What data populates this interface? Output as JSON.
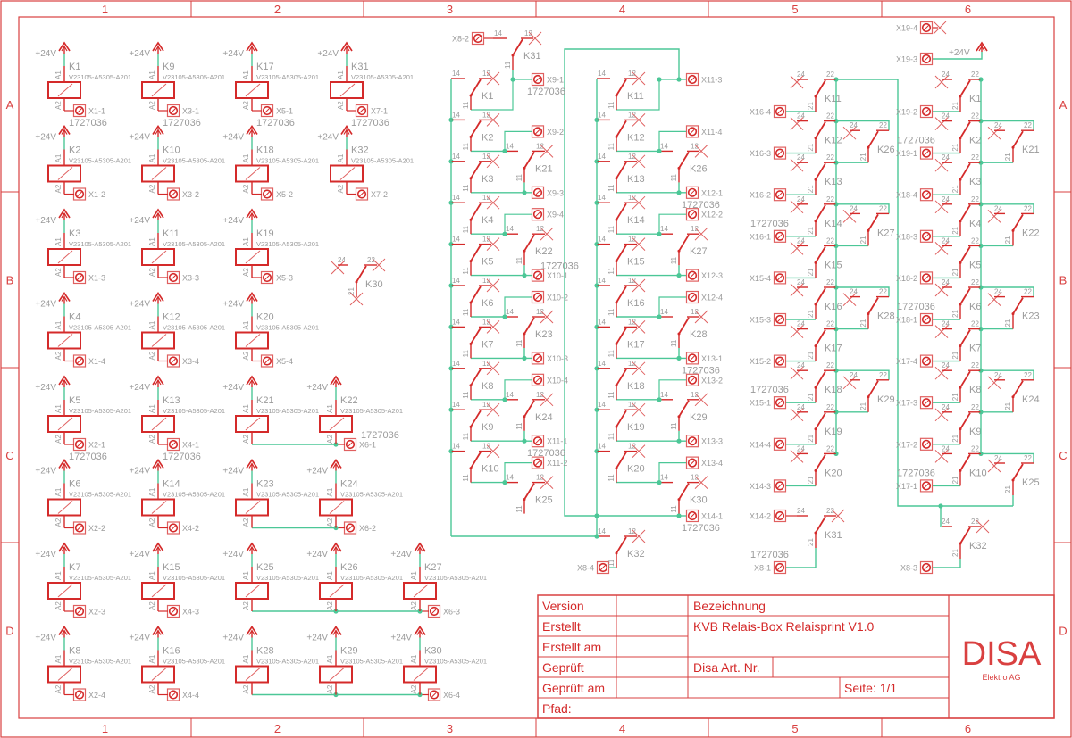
{
  "frame": {
    "columns": [
      "1",
      "2",
      "3",
      "4",
      "5",
      "6"
    ],
    "rows": [
      "A",
      "B",
      "C",
      "D"
    ]
  },
  "common": {
    "supply": "+24V",
    "coil_part": "V23105-A5305-A201",
    "terminal_article": "1727036",
    "pins_no": [
      "14",
      "12",
      "11"
    ],
    "pins_nc": [
      "24",
      "22",
      "21"
    ]
  },
  "relay_coils": [
    {
      "name": "K1",
      "terminal": "X1-1"
    },
    {
      "name": "K2",
      "terminal": "X1-2"
    },
    {
      "name": "K3",
      "terminal": "X1-3"
    },
    {
      "name": "K4",
      "terminal": "X1-4"
    },
    {
      "name": "K5",
      "terminal": "X2-1"
    },
    {
      "name": "K6",
      "terminal": "X2-2"
    },
    {
      "name": "K7",
      "terminal": "X2-3"
    },
    {
      "name": "K8",
      "terminal": "X2-4"
    },
    {
      "name": "K9",
      "terminal": "X3-1"
    },
    {
      "name": "K10",
      "terminal": "X3-2"
    },
    {
      "name": "K11",
      "terminal": "X3-3"
    },
    {
      "name": "K12",
      "terminal": "X3-4"
    },
    {
      "name": "K13",
      "terminal": "X4-1"
    },
    {
      "name": "K14",
      "terminal": "X4-2"
    },
    {
      "name": "K15",
      "terminal": "X4-3"
    },
    {
      "name": "K16",
      "terminal": "X4-4"
    },
    {
      "name": "K17",
      "terminal": "X5-1"
    },
    {
      "name": "K18",
      "terminal": "X5-2"
    },
    {
      "name": "K19",
      "terminal": "X5-3"
    },
    {
      "name": "K20",
      "terminal": "X5-4"
    },
    {
      "name": "K31",
      "terminal": "X7-1"
    },
    {
      "name": "K32",
      "terminal": "X7-2"
    }
  ],
  "coil_groups": [
    {
      "relays": [
        "K21",
        "K22"
      ],
      "terminal": "X6-1"
    },
    {
      "relays": [
        "K23",
        "K24"
      ],
      "terminal": "X6-2"
    },
    {
      "relays": [
        "K25",
        "K26",
        "K27"
      ],
      "terminal": "X6-3"
    },
    {
      "relays": [
        "K28",
        "K29",
        "K30"
      ],
      "terminal": "X6-4"
    }
  ],
  "article_terminals": [
    "X1-1",
    "X3-1",
    "X5-1",
    "X7-1",
    "X2-1",
    "X4-1",
    "X6-1",
    "X9-1",
    "X10-1",
    "X11-1",
    "X12-1",
    "X13-1",
    "X14-1",
    "X16-1",
    "X15-1",
    "X8-1",
    "X19-1",
    "X18-1",
    "X17-1"
  ],
  "standalone_contact": {
    "name": "K30"
  },
  "contacts": {
    "col_a": {
      "primary": [
        "K1",
        "K2",
        "K3",
        "K4",
        "K5",
        "K6",
        "K7",
        "K8",
        "K9",
        "K10"
      ],
      "secondary": [
        "K21",
        "K22",
        "K23",
        "K24",
        "K25"
      ],
      "terminals": [
        "X9-1",
        "X9-2",
        "X9-3",
        "X9-4",
        "X10-1",
        "X10-2",
        "X10-3",
        "X10-4",
        "X11-1",
        "X11-2"
      ],
      "top_contact": "K31",
      "top_terminal": "X8-2"
    },
    "col_b": {
      "primary": [
        "K11",
        "K12",
        "K13",
        "K14",
        "K15",
        "K16",
        "K17",
        "K18",
        "K19",
        "K20"
      ],
      "secondary": [
        "K26",
        "K27",
        "K28",
        "K29",
        "K30"
      ],
      "terminals": [
        "X11-3",
        "X11-4",
        "X12-1",
        "X12-2",
        "X12-3",
        "X12-4",
        "X13-1",
        "X13-2",
        "X13-3",
        "X13-4",
        "X14-1"
      ],
      "bottom_contact": "K32",
      "bottom_terminal": "X8-4"
    },
    "col_5": {
      "primary": [
        "K11",
        "K12",
        "K13",
        "K14",
        "K15",
        "K16",
        "K17",
        "K18",
        "K19",
        "K20"
      ],
      "secondary": [
        "K26",
        "K27",
        "K28",
        "K29"
      ],
      "terminals": [
        "X16-4",
        "X16-3",
        "X16-2",
        "X16-1",
        "X15-4",
        "X15-3",
        "X15-2",
        "X15-1",
        "X14-4",
        "X14-3"
      ],
      "bottom_contact": "K31",
      "bottom_in": "X14-2",
      "bottom_out": "X8-1"
    },
    "col_6": {
      "primary": [
        "K1",
        "K2",
        "K3",
        "K4",
        "K5",
        "K6",
        "K7",
        "K8",
        "K9",
        "K10"
      ],
      "secondary": [
        "K21",
        "K22",
        "K23",
        "K24",
        "K25"
      ],
      "terminals": [
        "X19-2",
        "X19-1",
        "X18-4",
        "X18-3",
        "X18-2",
        "X18-1",
        "X17-4",
        "X17-3",
        "X17-2",
        "X17-1"
      ],
      "top_unused": "X19-4",
      "top_supply": "X19-3",
      "bottom_contact": "K32",
      "bottom_out": "X8-3"
    }
  },
  "title_block": {
    "version_label": "Version",
    "created_label": "Erstellt",
    "created_on_label": "Erstellt am",
    "checked_label": "Geprüft",
    "checked_on_label": "Geprüft am",
    "path_label": "Pfad:",
    "designation_label": "Bezeichnung",
    "designation": "KVB  Relais-Box Relaisprint V1.0",
    "article_label": "Disa Art. Nr.",
    "sheet": "Seite: 1/1"
  },
  "logo": {
    "name": "DISA",
    "subtitle": "Elektro AG"
  },
  "colors": {
    "symbol": "#d42a2a",
    "terminal": "#e06060",
    "wire": "#4cc797",
    "text": "#9b9b9b",
    "frame": "#d94040"
  }
}
